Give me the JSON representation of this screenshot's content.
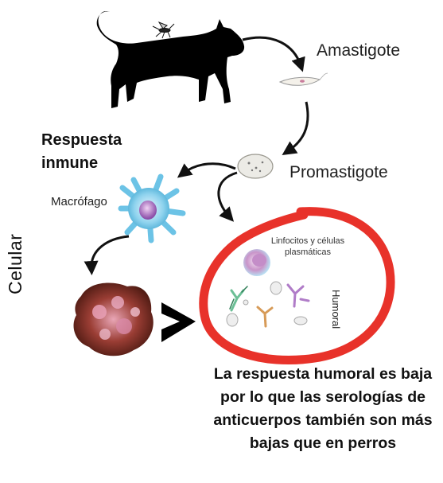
{
  "labels": {
    "amastigote": "Amastigote",
    "promastigote": "Promastigote",
    "respuesta_inmune": "Respuesta inmune",
    "macrofago": "Macrófago",
    "linfocitos": "Linfocitos y células plasmáticas",
    "celular": "Celular",
    "humoral": "Humoral"
  },
  "caption": "La respuesta humoral es baja por lo que las serologías de anticuerpos también son más bajas que en perros",
  "colors": {
    "circle": "#e8322a",
    "macrophage": "#8fd3ee",
    "macrophage_nucleus": "#b07cc8",
    "tumor_cell": "#7a2e22",
    "arrow": "#111111"
  }
}
